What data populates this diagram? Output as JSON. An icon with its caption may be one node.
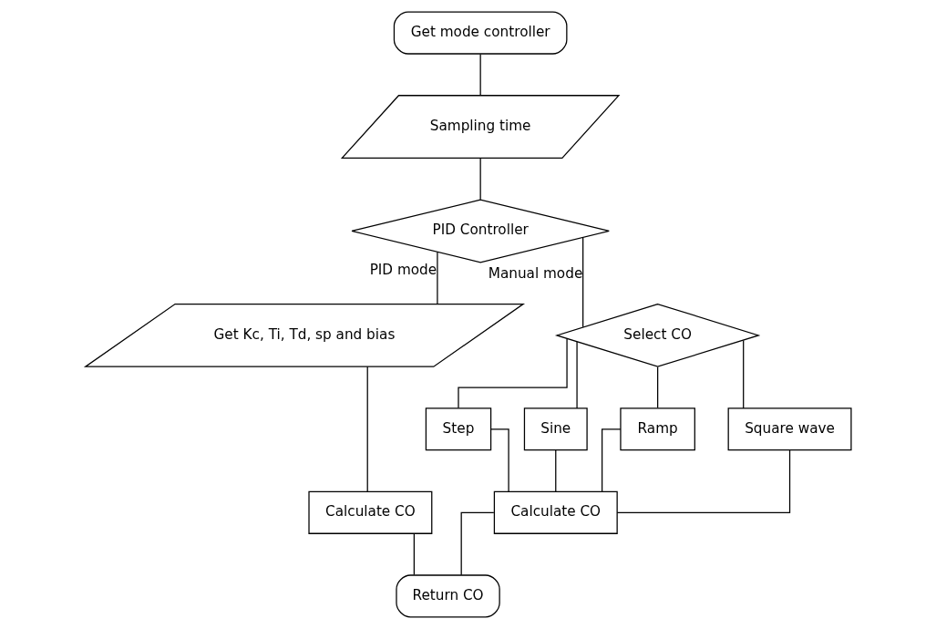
{
  "diagram": {
    "nodes": [
      {
        "text": [
          "Get mode controller"
        ]
      },
      {
        "text": [
          "Sampling time"
        ]
      },
      {
        "text": [
          "PID Controller"
        ]
      },
      {
        "text": [
          "Get Kc, Ti, Td, sp and bias"
        ]
      },
      {
        "text": [
          "Calculate CO"
        ]
      },
      {
        "text": [
          "Select CO"
        ]
      },
      {
        "text": [
          "Step"
        ]
      },
      {
        "text": [
          "Sine"
        ]
      },
      {
        "text": [
          "Ramp"
        ]
      },
      {
        "text": [
          "Square wave"
        ]
      },
      {
        "text": [
          "Calculate CO"
        ]
      },
      {
        "text": [
          "Return CO"
        ]
      }
    ],
    "edges": [
      {
        "from": 0,
        "to": 1,
        "arrow": "none"
      },
      {
        "from": 1,
        "to": 2,
        "arrow": "none"
      },
      {
        "from": 2,
        "to": 3,
        "arrow": "none",
        "label": "PID mode"
      },
      {
        "from": 2,
        "to": 5,
        "arrow": "none",
        "label": "Manual mode"
      },
      {
        "from": 3,
        "to": 4,
        "arrow": "none"
      },
      {
        "from": 5,
        "to": 6,
        "arrow": "none"
      },
      {
        "from": 5,
        "to": 7,
        "arrow": "none"
      },
      {
        "from": 5,
        "to": 8,
        "arrow": "none"
      },
      {
        "from": 5,
        "to": 9,
        "arrow": "none"
      },
      {
        "from": 6,
        "to": 10,
        "arrow": "none"
      },
      {
        "from": 7,
        "to": 10,
        "arrow": "none"
      },
      {
        "from": 8,
        "to": 10,
        "arrow": "none"
      },
      {
        "from": 9,
        "to": 10,
        "arrow": "none"
      },
      {
        "from": 4,
        "to": 11,
        "arrow": "none"
      },
      {
        "from": 10,
        "to": 11,
        "arrow": "none"
      }
    ]
  }
}
